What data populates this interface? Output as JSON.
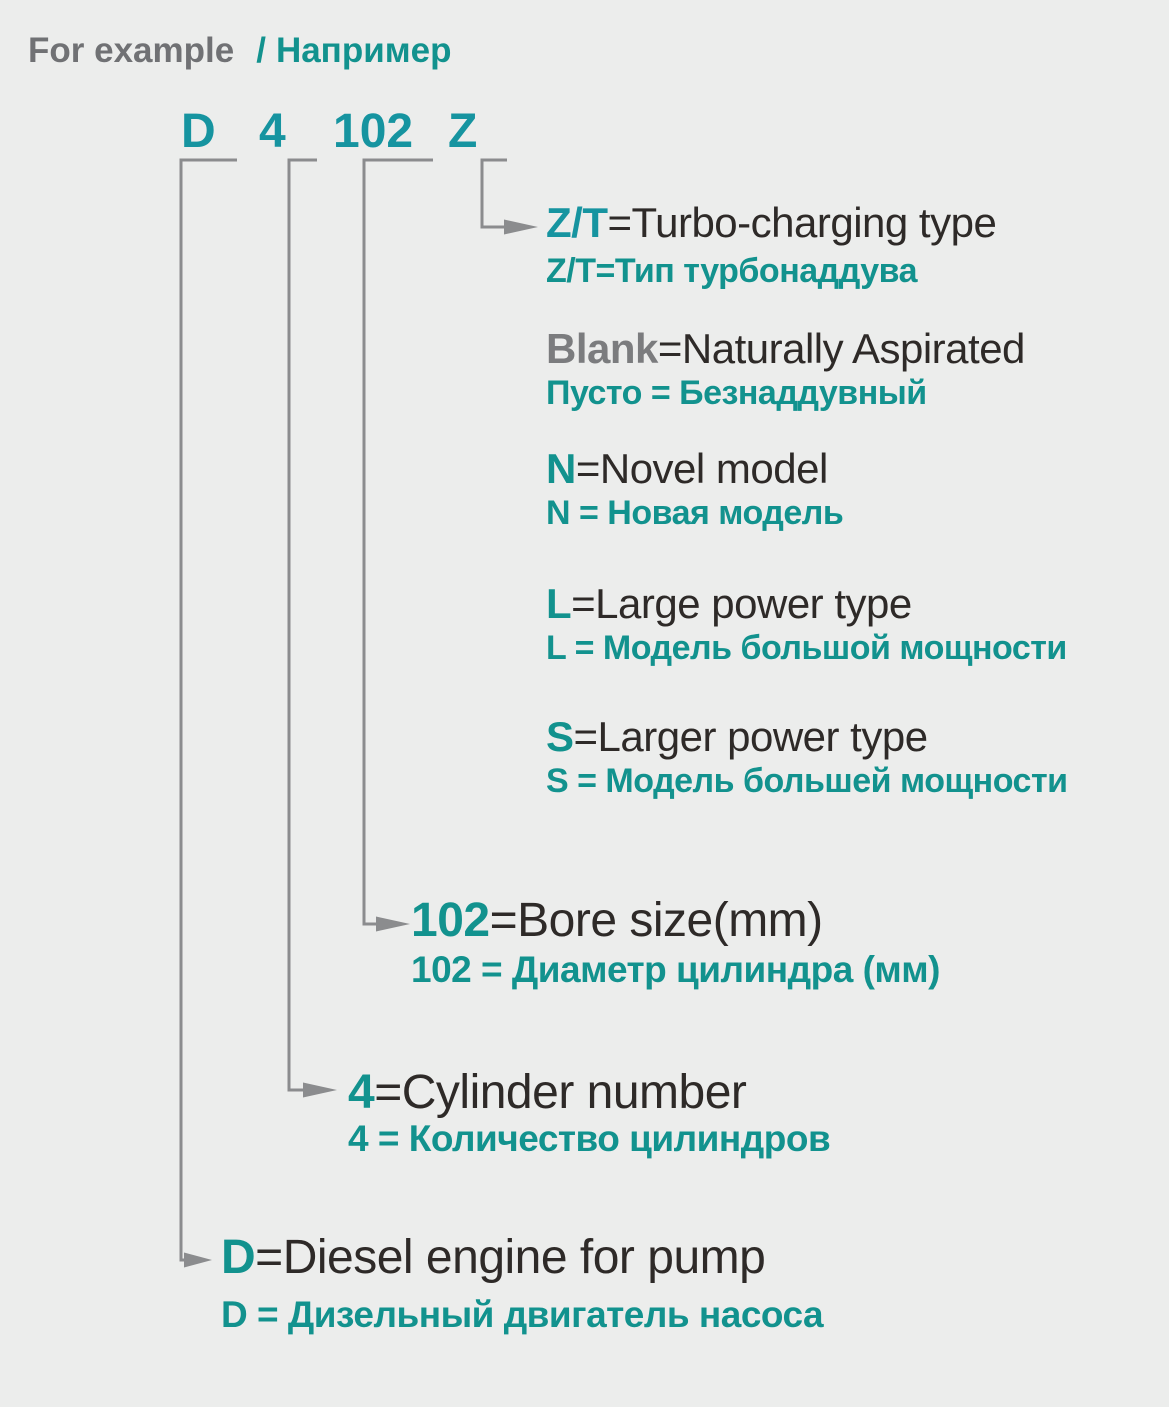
{
  "header": {
    "en": "For example",
    "sep": "/",
    "ru": "Например"
  },
  "code": {
    "parts": [
      "D",
      "4",
      "102",
      "Z"
    ]
  },
  "entries": {
    "zt": {
      "key": "Z/T",
      "en": "=Turbo-charging type",
      "ru": "Z/T=Тип турбонаддува"
    },
    "blank": {
      "key": "Blank",
      "en": "=Naturally Aspirated",
      "ru": "Пусто = Безнаддувный"
    },
    "n": {
      "key": "N",
      "en": "=Novel model",
      "ru": "N = Новая модель"
    },
    "l": {
      "key": "L",
      "en": "=Large power type",
      "ru": "L = Модель большой мощности"
    },
    "s": {
      "key": "S",
      "en": "=Larger power type",
      "ru": "S = Модель большей мощности"
    },
    "bore": {
      "key": "102",
      "en": "=Bore size(mm)",
      "ru": "102 = Диаметр цилиндра (мм)"
    },
    "cyl": {
      "key": "4",
      "en": "=Cylinder number",
      "ru": "4 = Количество цилиндров"
    },
    "d": {
      "key": "D",
      "en": "=Diesel engine for pump",
      "ru": "D = Дизельный двигатель насоса"
    }
  },
  "colors": {
    "background": "#ECEDEC",
    "teal": "#12928E",
    "teal_code": "#1694A0",
    "gray_header": "#707174",
    "gray_key": "#7B7C7E",
    "dark_text": "#2E2A28",
    "line_gray": "#8B8C8E"
  }
}
